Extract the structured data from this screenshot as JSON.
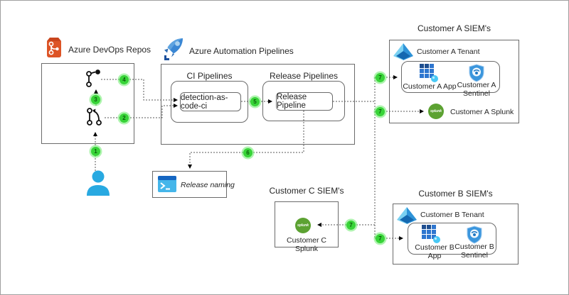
{
  "devops": {
    "heading": "Azure DevOps Repos"
  },
  "automation": {
    "heading": "Azure Automation Pipelines"
  },
  "ci": {
    "group_label": "CI Pipelines",
    "job_label": "detection-as-code-ci"
  },
  "release": {
    "group_label": "Release Pipelines",
    "job_label": "Release Pipeline"
  },
  "release_naming": {
    "label": "Release naming"
  },
  "customer_a": {
    "title": "Customer A SIEM's",
    "tenant_label": "Customer A Tenant",
    "app_label": "Customer A App",
    "sentinel_label": "Customer A Sentinel",
    "splunk_label": "Customer A Splunk"
  },
  "customer_b": {
    "title": "Customer B SIEM's",
    "tenant_label": "Customer B Tenant",
    "app_label": "Customer B App",
    "sentinel_label": "Customer B Sentinel"
  },
  "customer_c": {
    "title": "Customer C SIEM's",
    "splunk_label": "Customer C Splunk"
  },
  "splunk_logo": "splunk",
  "steps": {
    "s1": "1",
    "s2": "2",
    "s3": "3",
    "s4": "4",
    "s5": "5",
    "s6": "6",
    "s7": "7"
  },
  "colors": {
    "badge_green": "#38d438",
    "splunk_green": "#5ca232",
    "devops_orange": "#dd5426",
    "azure_blue": "#3a87d4",
    "person_blue": "#28a9e1",
    "terminal_blue": "#45b6ea"
  }
}
